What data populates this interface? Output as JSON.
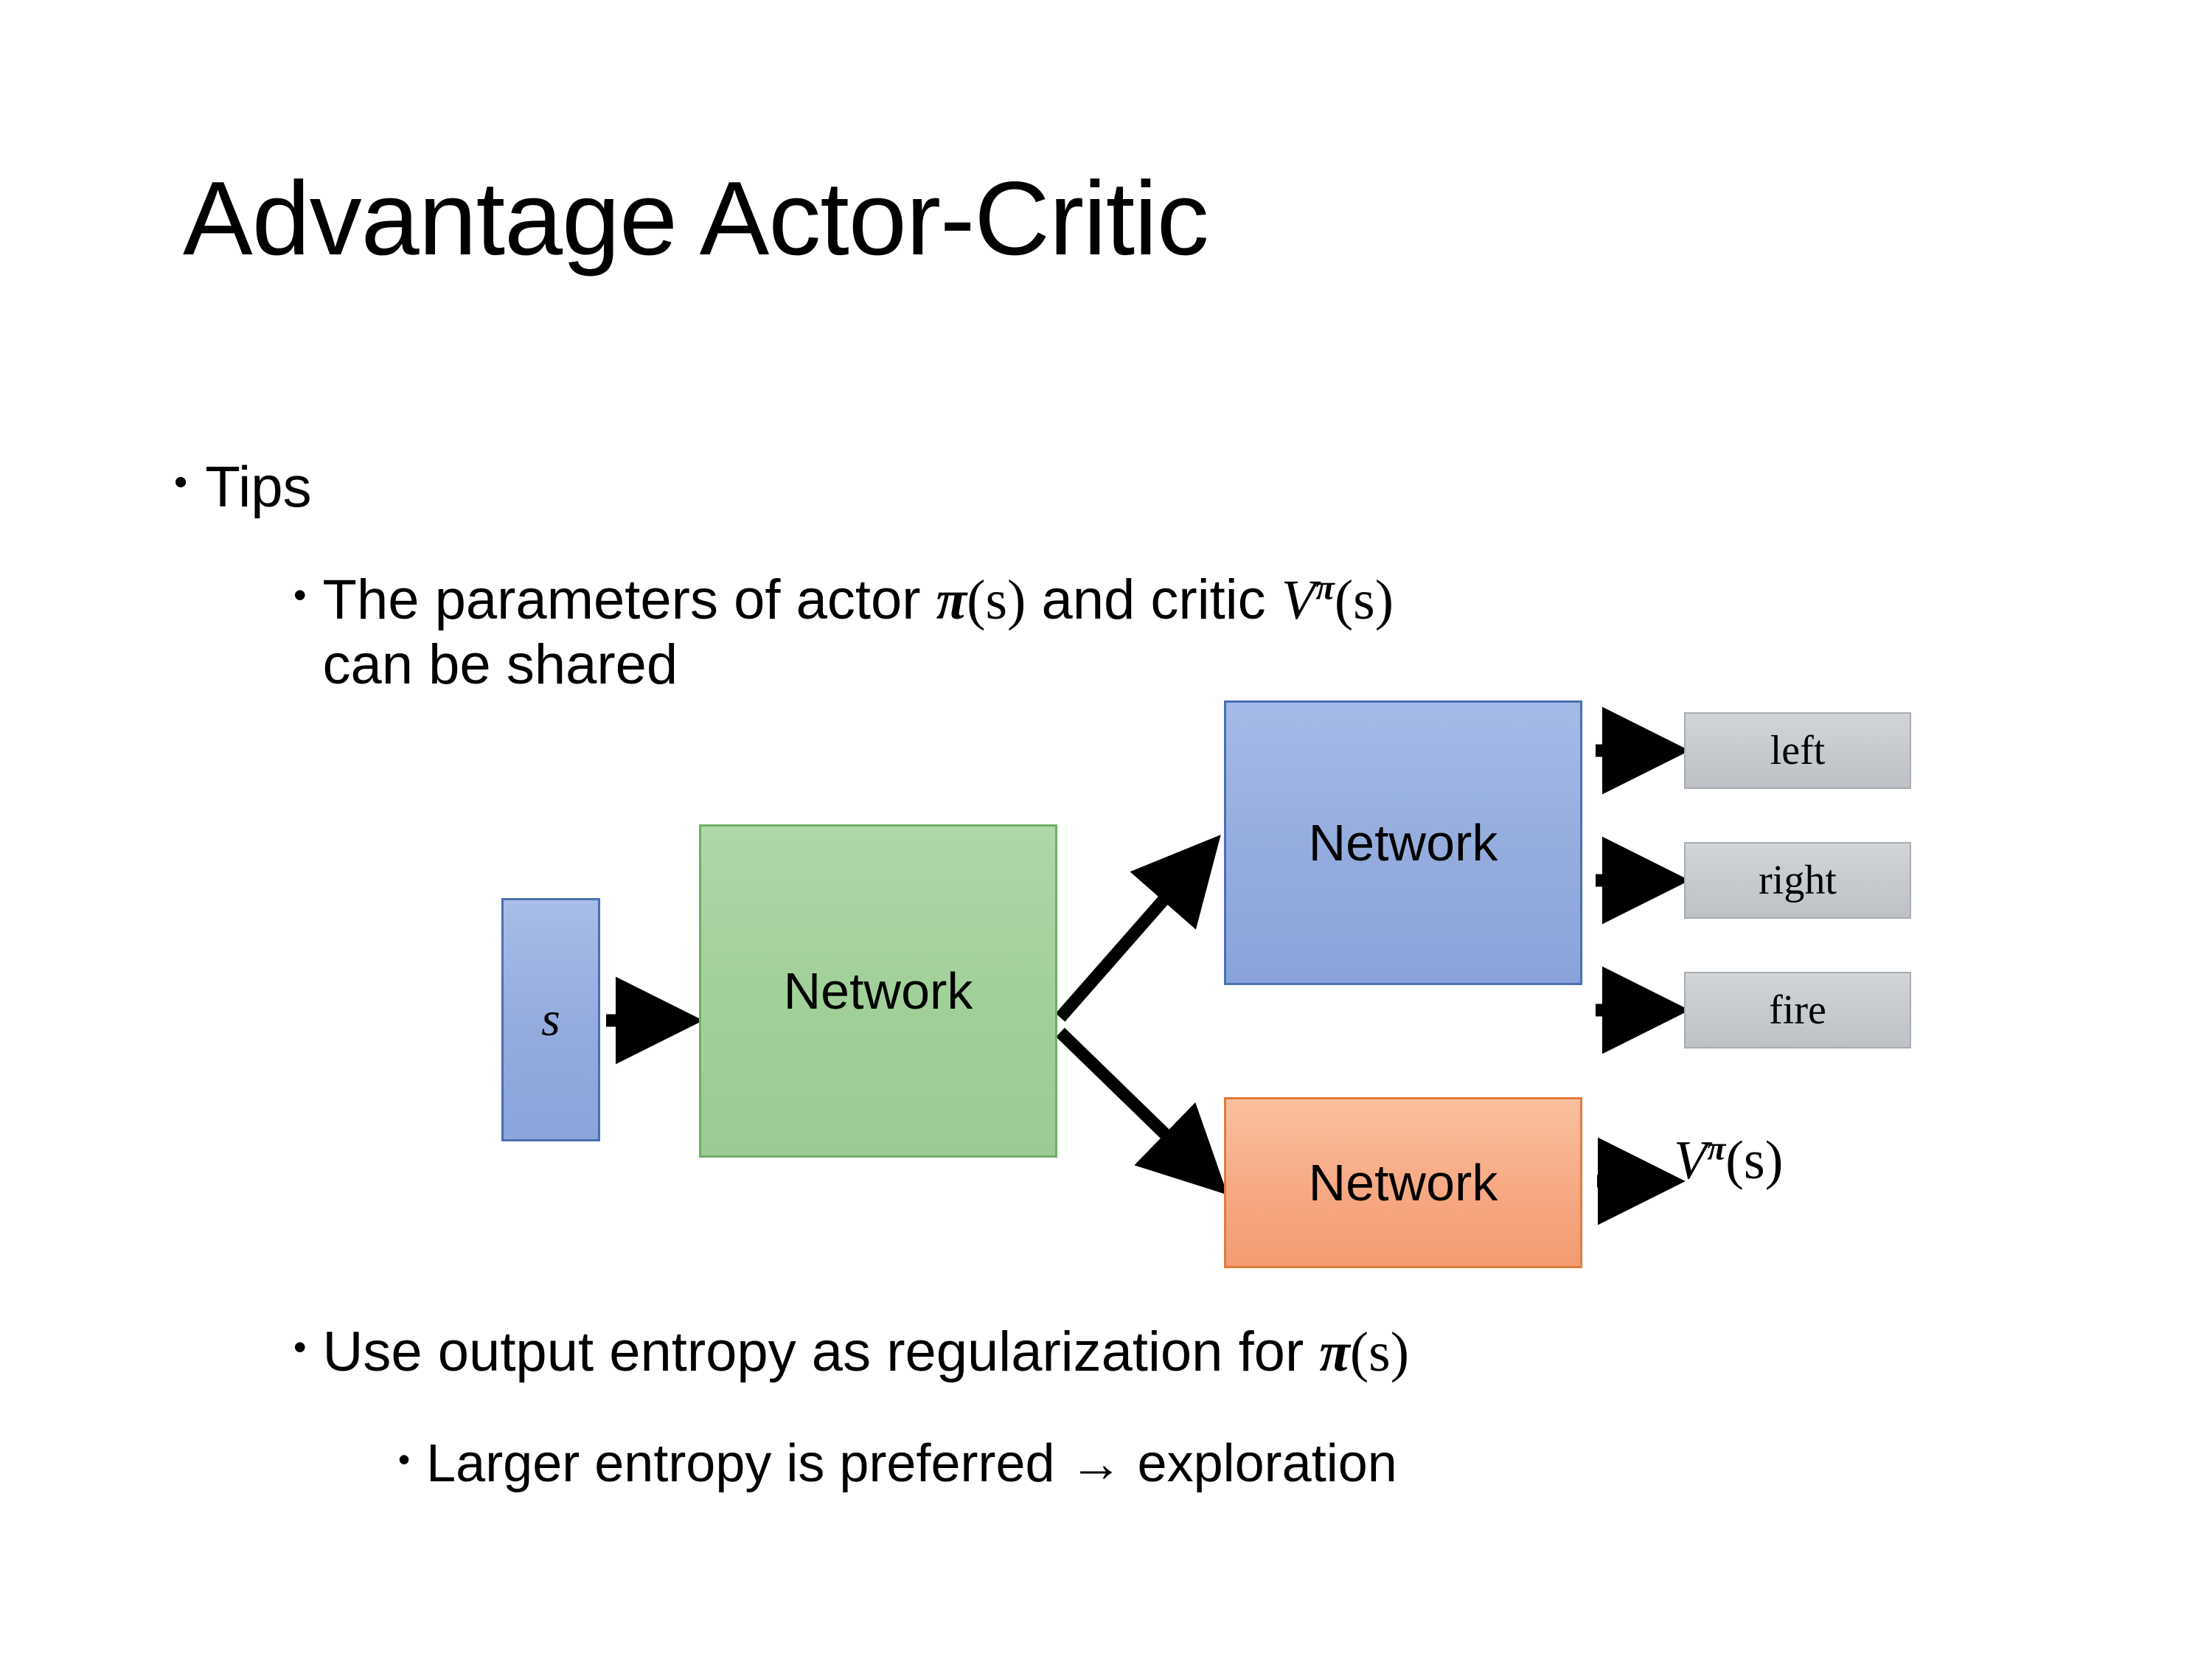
{
  "slide": {
    "title": "Advantage Actor-Critic",
    "background_color": "#ffffff",
    "text_color": "#000000"
  },
  "bullets": [
    {
      "level": 1,
      "marker": "•",
      "text": "Tips"
    },
    {
      "level": 2,
      "marker": "•",
      "text": "The parameters of actor π(s)  and critic Vπ(s) can be shared",
      "segments": {
        "lead": "The parameters of actor ",
        "pi": "π",
        "paren_s_1": "(s)",
        "mid": "  and critic ",
        "V": "V",
        "pi_sup": "π",
        "paren_s_2": "(s)",
        "line2": "can be shared"
      }
    },
    {
      "level": 2,
      "marker": "•",
      "text": "Use output entropy as regularization for π(s)",
      "segments": {
        "lead": "Use output entropy as regularization for ",
        "pi": "π",
        "paren_s": "(s)"
      }
    },
    {
      "level": 3,
      "marker": "•",
      "text": "Larger entropy is preferred → exploration"
    }
  ],
  "diagram": {
    "nodes": {
      "input": {
        "label": "s",
        "color": "#93abdd",
        "border": "#4a6fb5"
      },
      "shared_network": {
        "label": "Network",
        "color": "#a2d09a",
        "border": "#6fae66"
      },
      "actor_network": {
        "label": "Network",
        "color": "#94acdd",
        "border": "#4a6fb5"
      },
      "critic_network": {
        "label": "Network",
        "color": "#f7a983",
        "border": "#e07c3c"
      }
    },
    "outputs": [
      {
        "label": "left",
        "color": "#c6cacd"
      },
      {
        "label": "right",
        "color": "#c6cacd"
      },
      {
        "label": "fire",
        "color": "#c6cacd"
      }
    ],
    "critic_output": {
      "V": "V",
      "pi_sup": "π",
      "paren_s": "(s)"
    },
    "arrow_color": "#000000"
  }
}
